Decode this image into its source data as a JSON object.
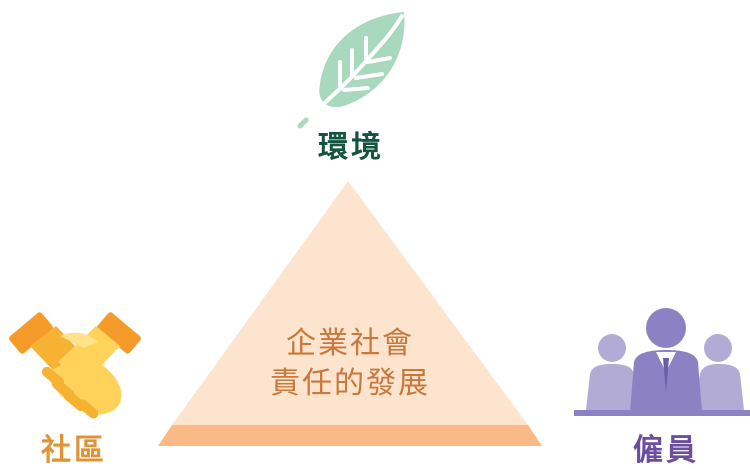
{
  "diagram": {
    "center_title": [
      "企業社會",
      "責任的發展"
    ],
    "pillars": [
      {
        "id": "environment",
        "label": "環境",
        "icon": "leaf-icon"
      },
      {
        "id": "community",
        "label": "社區",
        "icon": "handshake-icon"
      },
      {
        "id": "employees",
        "label": "僱員",
        "icon": "people-group-icon"
      }
    ]
  },
  "colors": {
    "environment_text": "#14553f",
    "community_text": "#e09237",
    "employees_text": "#6b4ea0",
    "center_text": "#c9773a",
    "triangle_fill": "#fde4cf",
    "triangle_base": "#fbb985",
    "leaf_fill": "#a8d9bf",
    "leaf_vein": "#ffffff",
    "handshake_light": "#ffd35a",
    "handshake_dark": "#f6b232",
    "handshake_cuff": "#f49b2a",
    "people_side": "#b2abd6",
    "people_main": "#8c82c3",
    "people_table": "#8c82c3"
  }
}
